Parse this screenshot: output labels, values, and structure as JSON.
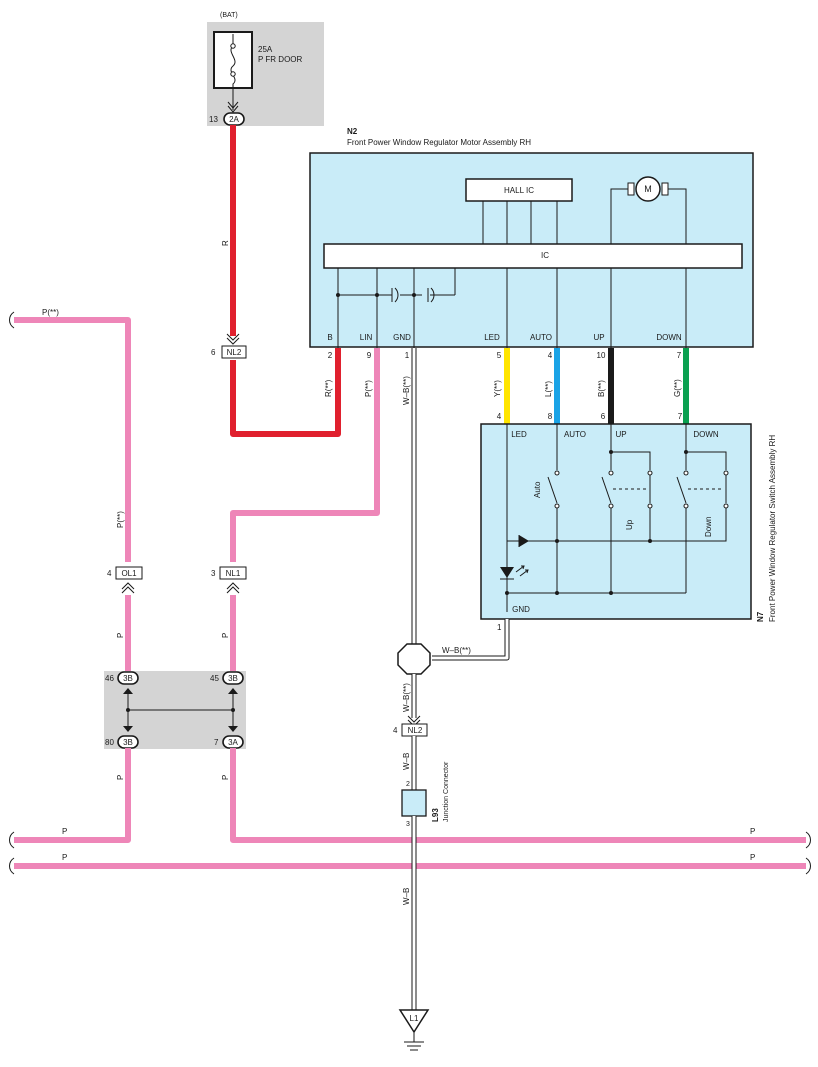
{
  "battery": {
    "label": "(BAT)",
    "fuse_rating": "25A",
    "fuse_name": "P FR DOOR",
    "pin": "13",
    "connector": "2A"
  },
  "n2": {
    "id": "N2",
    "title": "Front Power Window Regulator Motor Assembly RH",
    "hall_ic": "HALL IC",
    "ic": "IC",
    "motor": "M",
    "terminals": [
      "B",
      "LIN",
      "GND",
      "LED",
      "AUTO",
      "UP",
      "DOWN"
    ],
    "pins": [
      "2",
      "9",
      "1",
      "5",
      "4",
      "10",
      "7"
    ]
  },
  "n7": {
    "id": "N7",
    "title": "Front Power Window Regulator Switch Assembly RH",
    "pins_top": [
      "4",
      "8",
      "6",
      "7"
    ],
    "terminals": [
      "LED",
      "AUTO",
      "UP",
      "DOWN"
    ],
    "gnd": "GND",
    "gnd_pin": "1",
    "switch_auto": "Auto",
    "switch_up": "Up",
    "switch_down": "Down"
  },
  "wires": {
    "r": "R",
    "r_opt": "R(**)",
    "p": "P",
    "p_opt": "P(**)",
    "wb": "W–B",
    "wb_opt": "W–B(**)",
    "y_opt": "Y(**)",
    "l_opt": "L(**)",
    "b_opt": "B(**)",
    "g_opt": "G(**)"
  },
  "connectors": {
    "nl2_top": {
      "pin": "6",
      "name": "NL2"
    },
    "ol1": {
      "pin": "4",
      "name": "OL1"
    },
    "nl1": {
      "pin": "3",
      "name": "NL1"
    },
    "nl2_low": {
      "pin": "4",
      "name": "NL2"
    },
    "j3b_left": {
      "pin": "46",
      "name": "3B"
    },
    "j3b_right": {
      "pin": "45",
      "name": "3B"
    },
    "j3b_bottom": {
      "pin": "80",
      "name": "3B"
    },
    "j3a_bottom": {
      "pin": "7",
      "name": "3A"
    }
  },
  "junction": {
    "id": "L93",
    "name": "Junction Connector",
    "pin_in": "2",
    "pin_out": "3"
  },
  "ground": {
    "id": "L1"
  },
  "colors": {
    "pink": "#ee86b8",
    "red": "#e0202e",
    "yellow": "#ffe500",
    "blue": "#1aa3e6",
    "black": "#1a1a1a",
    "green": "#0aa050",
    "box": "#c9ecf8",
    "grey": "#d4d4d4"
  }
}
